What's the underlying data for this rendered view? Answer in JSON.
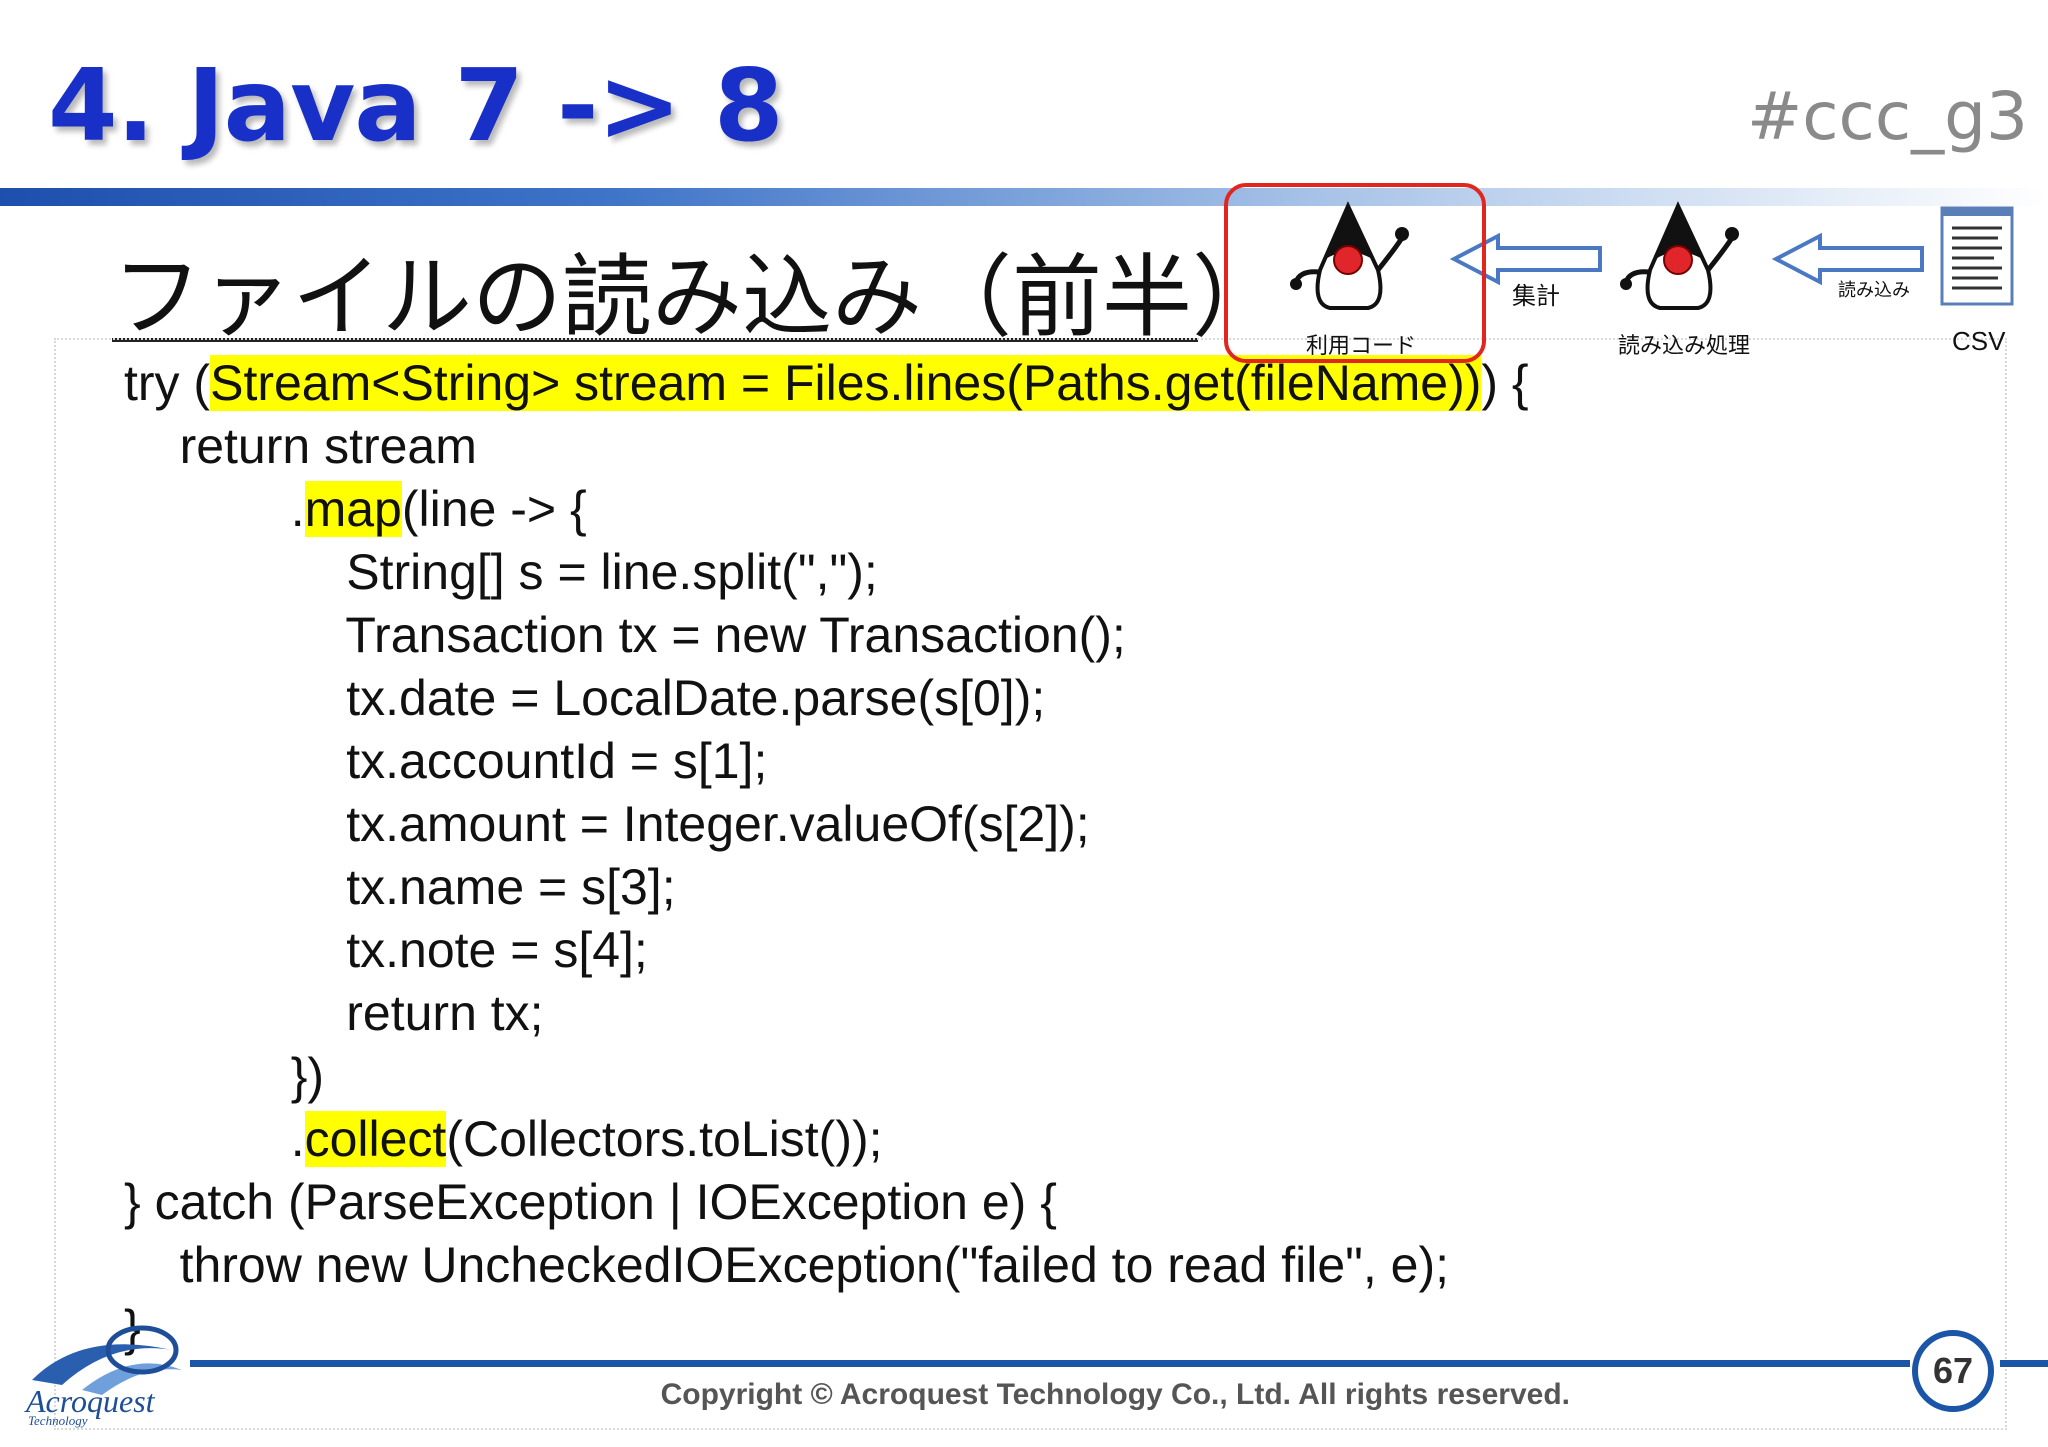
{
  "header": {
    "title": "4. Java 7 -> 8",
    "hashtag": "#ccc_g3"
  },
  "subtitle": "ファイルの読み込み（前半）",
  "code_lines": [
    [
      {
        "t": "try ("
      },
      {
        "t": "Stream<String> stream = Files.lines(Paths.get(fileName))",
        "hl": true
      },
      {
        "t": ") {"
      }
    ],
    [
      {
        "t": "    return stream"
      }
    ],
    [
      {
        "t": "            ."
      },
      {
        "t": "map",
        "hl": true
      },
      {
        "t": "(line -> {"
      }
    ],
    [
      {
        "t": "                String[] s = line.split(\",\");"
      }
    ],
    [
      {
        "t": "                Transaction tx = new Transaction();"
      }
    ],
    [
      {
        "t": "                tx.date = LocalDate.parse(s[0]);"
      }
    ],
    [
      {
        "t": "                tx.accountId = s[1];"
      }
    ],
    [
      {
        "t": "                tx.amount = Integer.valueOf(s[2]);"
      }
    ],
    [
      {
        "t": "                tx.name = s[3];"
      }
    ],
    [
      {
        "t": "                tx.note = s[4];"
      }
    ],
    [
      {
        "t": "                return tx;"
      }
    ],
    [
      {
        "t": "            })"
      }
    ],
    [
      {
        "t": "            ."
      },
      {
        "t": "collect",
        "hl": true
      },
      {
        "t": "(Collectors.toList());"
      }
    ],
    [
      {
        "t": "} catch (ParseException | IOException e) {"
      }
    ],
    [
      {
        "t": "    throw new UncheckedIOException(\"failed to read file\", e);"
      }
    ],
    [
      {
        "t": "}"
      }
    ]
  ],
  "diagram": {
    "nodes": {
      "usage_code": "利用コード",
      "reader": "読み込み処理",
      "csv": "CSV"
    },
    "arrows": {
      "aggregate": "集計",
      "read": "読み込み"
    }
  },
  "footer": {
    "logo_text": "Acroquest",
    "logo_sub": "Technology",
    "copyright": "Copyright © Acroquest Technology Co., Ltd. All rights reserved.",
    "page_number": "67"
  },
  "colors": {
    "title": "#1830c8",
    "highlight": "#ffff00",
    "accent_blue": "#1b55a8",
    "highlight_box": "#e0261f"
  }
}
